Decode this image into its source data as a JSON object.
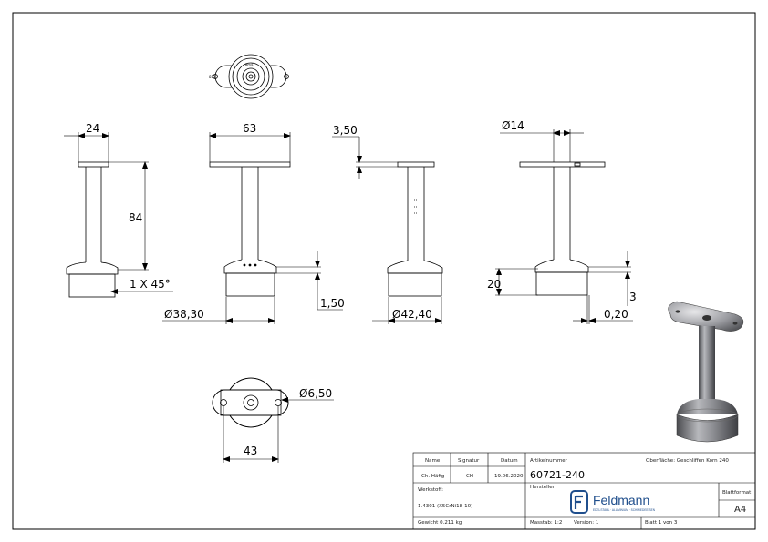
{
  "dimensions": {
    "d24": "24",
    "d84": "84",
    "chamfer": "1 X 45°",
    "d63": "63",
    "d38": "Ø38,30",
    "d150": "1,50",
    "d350": "3,50",
    "d42": "Ø42,40",
    "d14": "Ø14",
    "d20": "20",
    "d3": "3",
    "d020": "0,20",
    "d650": "Ø6,50",
    "d43": "43"
  },
  "title_block": {
    "name_h": "Name",
    "sig_h": "Signatur",
    "date_h": "Datum",
    "art_h": "Artikelnummer",
    "surface": "Oberfläche: Geschliffen Korn 240",
    "name": "Ch. Häfig",
    "sig": "CH",
    "date": "19.06.2020",
    "artnr": "60721-240",
    "werkstoff_h": "Werkstoff:",
    "werkstoff": "1.4301 (X5CrNi18-10)",
    "hersteller_h": "Hersteller",
    "blattformat_h": "Blattformat",
    "blattformat": "A4",
    "gewicht": "Gewicht 0.211 kg",
    "massstab": "Masstab: 1:2",
    "version": "Version: 1",
    "blatt": "Blatt 1 von 3",
    "logo_text": "Feldmann",
    "logo_sub": "EDELSTAHL · ALUMINIUM · SCHMIEDEEISEN"
  },
  "top_view_text": {
    "marking": "Bm41",
    "side": "811"
  }
}
